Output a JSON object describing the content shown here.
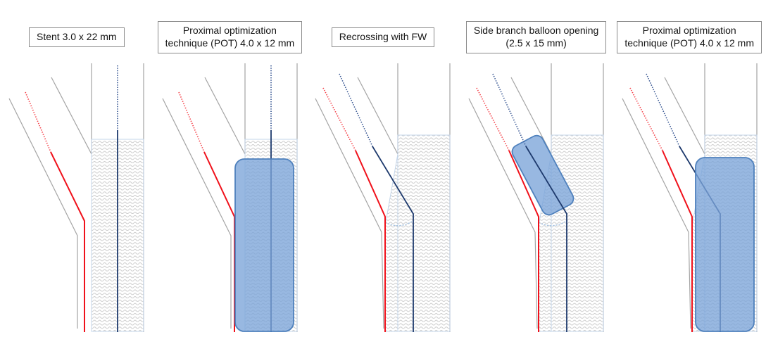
{
  "figure": {
    "type": "medical-procedure-step-diagram",
    "background": "#ffffff",
    "colors": {
      "vessel_wall": "#a4a4a4",
      "side_branch_wire_red": "#f0111b",
      "main_branch_wire_navy": "#1e3a6d",
      "stent_mesh_gray": "#c7c7c7",
      "stent_edge_light_blue": "#c3d5ea",
      "balloon_fill": "#7ba4d9",
      "balloon_stroke": "#4f81bd",
      "label_border": "#8a8a8a",
      "label_text": "#141414"
    },
    "wire_names": {
      "red_wire": "side-branch-wire",
      "blue_wire": "main-branch-wire"
    },
    "panels": [
      {
        "id": "step-1",
        "label": "Stent 3.0 x 22 mm",
        "label_lines": [
          "Stent 3.0 x 22 mm"
        ],
        "variant": "stent-deployed",
        "balloon": null
      },
      {
        "id": "step-2",
        "label": "Proximal optimization technique (POT) 4.0 x 12 mm",
        "label_lines": [
          "Proximal optimization",
          "technique (POT) 4.0 x 12 mm"
        ],
        "variant": "pot",
        "balloon": {
          "orientation": "vertical",
          "size": "4.0 x 12 mm"
        }
      },
      {
        "id": "step-3",
        "label": "Recrossing with FW",
        "label_lines": [
          "Recrossing with FW"
        ],
        "variant": "recross",
        "balloon": null
      },
      {
        "id": "step-4",
        "label": "Side branch balloon opening (2.5 x 15 mm)",
        "label_lines": [
          "Side branch balloon opening",
          "(2.5 x 15 mm)"
        ],
        "variant": "sb-balloon",
        "balloon": {
          "orientation": "tilted-along-side-branch",
          "size": "2.5 x 15 mm"
        }
      },
      {
        "id": "step-5",
        "label": "Proximal optimization technique (POT) 4.0 x 12 mm",
        "label_lines": [
          "Proximal optimization",
          "technique (POT) 4.0 x 12 mm"
        ],
        "variant": "final-pot",
        "balloon": {
          "orientation": "vertical",
          "size": "4.0 x 12 mm"
        }
      }
    ]
  }
}
